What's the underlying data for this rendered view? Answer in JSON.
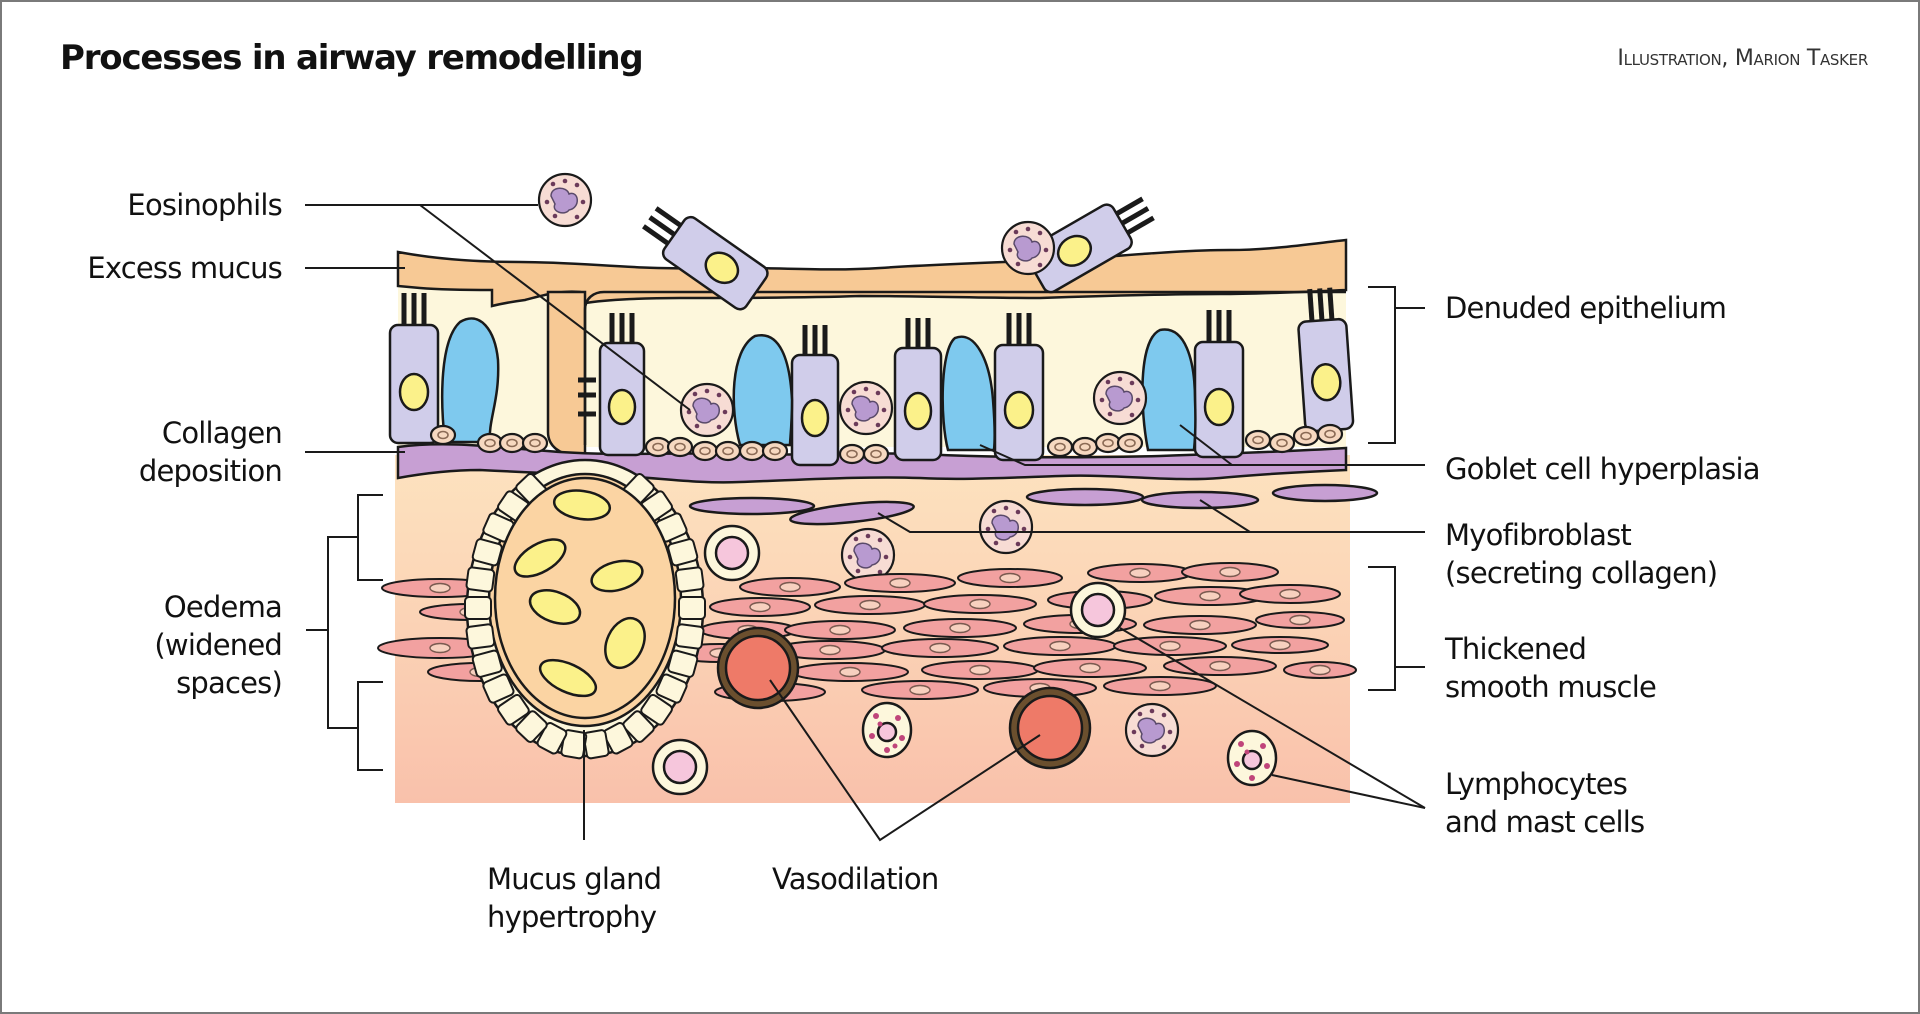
{
  "title": "Processes in airway remodelling",
  "credit": "Illustration, Marion Tasker",
  "colors": {
    "mucus": "#f7c995",
    "epithelium_bg": "#fdf7dc",
    "ciliated_cell": "#d0cdea",
    "goblet_cell": "#7ec9ee",
    "nucleus": "#fbf18a",
    "collagen": "#c79fd3",
    "submucosa_top": "#fde3bf",
    "submucosa_bottom": "#f9c3ad",
    "smooth_muscle": "#f2a1a0",
    "vessel": "#ee7a68",
    "vessel_wall": "#6b4f2e",
    "outline": "#1a1a1a"
  },
  "labels": {
    "eosinophils": "Eosinophils",
    "excess_mucus": "Excess mucus",
    "collagen_deposition": [
      "Collagen",
      "deposition"
    ],
    "oedema": [
      "Oedema",
      "(widened",
      "spaces)"
    ],
    "denuded_epithelium": "Denuded epithelium",
    "goblet_cell_hyperplasia": "Goblet cell hyperplasia",
    "myofibroblast": [
      "Myofibroblast",
      "(secreting collagen)"
    ],
    "thickened_smooth_muscle": [
      "Thickened",
      "smooth muscle"
    ],
    "lymphocytes_mast_cells": [
      "Lymphocytes",
      "and mast cells"
    ],
    "mucus_gland_hypertrophy": [
      "Mucus gland",
      "hypertrophy"
    ],
    "vasodilation": "Vasodilation"
  }
}
